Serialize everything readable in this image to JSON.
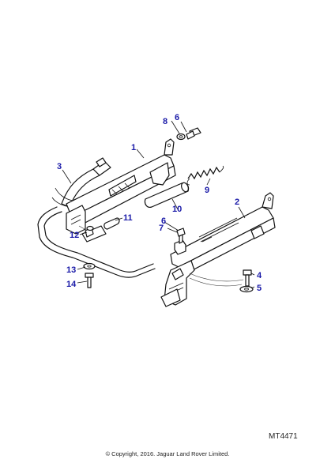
{
  "diagram": {
    "reference": "MT4471",
    "copyright": "© Copyright, 2016. Jaguar Land Rover Limited.",
    "callouts": [
      "1",
      "2",
      "3",
      "4",
      "5",
      "6",
      "6",
      "7",
      "8",
      "9",
      "10",
      "11",
      "12",
      "13",
      "14"
    ]
  }
}
